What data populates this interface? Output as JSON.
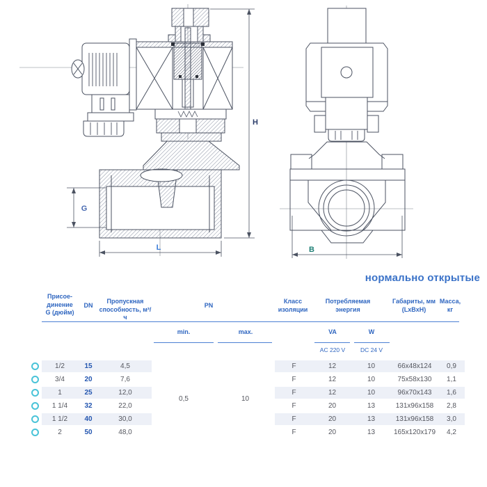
{
  "title": "нормально открытые",
  "dimension_labels": {
    "h": "H",
    "g": "G",
    "l": "L",
    "b": "B"
  },
  "table": {
    "headers": {
      "connection": "Присое-\nдинение\nG (дюйм)",
      "dn": "DN",
      "flow": "Пропускная\nспособность, м³/ч",
      "pn": "PN",
      "pn_min": "min.",
      "pn_max": "max.",
      "insulation": "Класс\nизоляции",
      "power": "Потребляемая\nэнергия",
      "power_va": "VA",
      "power_w": "W",
      "power_ac": "AC 220 V",
      "power_dc": "DC 24 V",
      "dimensions": "Габариты, мм\n(LxBxH)",
      "mass": "Масса,\nкг"
    },
    "pn_values": {
      "min": "0,5",
      "max": "10"
    },
    "rows": [
      {
        "g": "1/2",
        "dn": "15",
        "flow": "4,5",
        "ins": "F",
        "va": "12",
        "w": "10",
        "dims": "66x48x124",
        "mass": "0,9"
      },
      {
        "g": "3/4",
        "dn": "20",
        "flow": "7,6",
        "ins": "F",
        "va": "12",
        "w": "10",
        "dims": "75x58x130",
        "mass": "1,1"
      },
      {
        "g": "1",
        "dn": "25",
        "flow": "12,0",
        "ins": "F",
        "va": "12",
        "w": "10",
        "dims": "96x70x143",
        "mass": "1,6"
      },
      {
        "g": "1 1/4",
        "dn": "32",
        "flow": "22,0",
        "ins": "F",
        "va": "20",
        "w": "13",
        "dims": "131x96x158",
        "mass": "2,8"
      },
      {
        "g": "1 1/2",
        "dn": "40",
        "flow": "30,0",
        "ins": "F",
        "va": "20",
        "w": "13",
        "dims": "131x96x158",
        "mass": "3,0"
      },
      {
        "g": "2",
        "dn": "50",
        "flow": "48,0",
        "ins": "F",
        "va": "20",
        "w": "13",
        "dims": "165x120x179",
        "mass": "4,2"
      }
    ]
  },
  "colors": {
    "accent_blue": "#2f66c0",
    "title_blue": "#3a72c8",
    "dn_blue": "#2456b0",
    "stripe": "#edf0f7",
    "bullet_cyan": "#49c3d8",
    "dim_h": "#2c3e6b",
    "dim_g": "#4668b0",
    "dim_l": "#3b7dd8",
    "dim_b": "#1e7f75"
  }
}
